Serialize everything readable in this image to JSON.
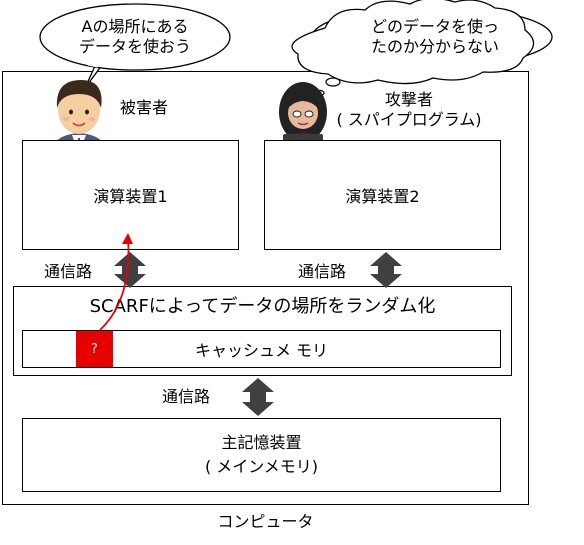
{
  "victim": {
    "speech": [
      "Aの場所にある",
      "データを使おう"
    ],
    "label": "被害者"
  },
  "attacker": {
    "thought": [
      "どのデータを使っ",
      "たのか分からない"
    ],
    "label": [
      "攻撃者",
      "( スパイプログラム)"
    ]
  },
  "units": {
    "unit1": "演算装置1",
    "unit2": "演算装置2"
  },
  "paths": {
    "left": "通信路",
    "right": "通信路",
    "memory": "通信路"
  },
  "cache_region": {
    "title": "SCARFによってデータの場所をランダム化",
    "cache_label": "キャッシュメ モリ",
    "marker": "?"
  },
  "main_memory": {
    "line1": "主記憶装置",
    "line2": "( メインメモリ)"
  },
  "computer_label": "コンピュータ",
  "colors": {
    "arrow": "#404040",
    "accent_red": "#e60000"
  }
}
